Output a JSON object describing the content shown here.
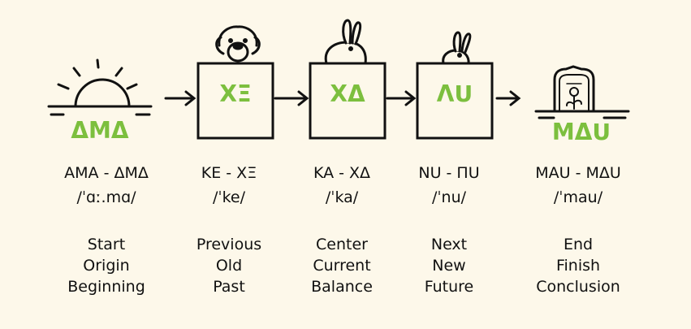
{
  "concepts": [
    {
      "glyph": "ΔΜΔ",
      "title": "AMA - ΔMΔ",
      "ipa": "/ˈɑː.mɑ/",
      "meanings": [
        "Start",
        "Origin",
        "Beginning"
      ],
      "picture": "sunrise-icon"
    },
    {
      "glyph": "ΧΞ",
      "title": "KE - ΧΞ",
      "ipa": "/ˈke/",
      "meanings": [
        "Previous",
        "Old",
        "Past"
      ],
      "picture": "dog-icon"
    },
    {
      "glyph": "ΧΔ",
      "title": "KA - ΧΔ",
      "ipa": "/ˈka/",
      "meanings": [
        "Center",
        "Current",
        "Balance"
      ],
      "picture": "rabbit-icon"
    },
    {
      "glyph": "ΛU",
      "title": "NU - ΠU",
      "ipa": "/ˈnu/",
      "meanings": [
        "Next",
        "New",
        "Future"
      ],
      "picture": "small-rabbit-icon"
    },
    {
      "glyph": "ΜΔU",
      "title": "MAU - MΔU",
      "ipa": "/ˈmau/",
      "meanings": [
        "End",
        "Finish",
        "Conclusion"
      ],
      "picture": "gravestone-icon"
    }
  ],
  "colors": {
    "background": "#fdf8ea",
    "glyph": "#7cbf3e",
    "ink": "#111111"
  }
}
